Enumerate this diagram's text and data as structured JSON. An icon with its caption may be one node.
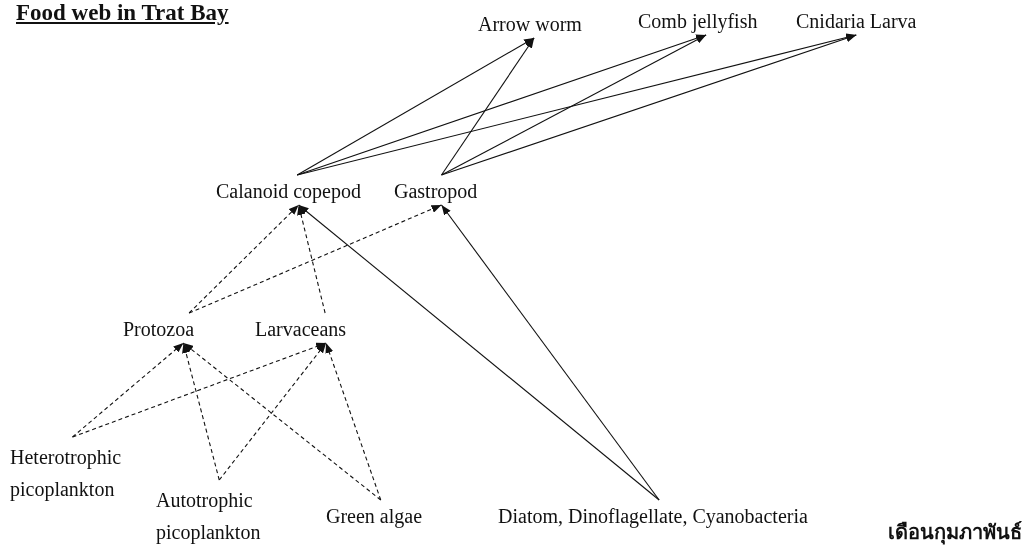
{
  "diagram": {
    "title": "Food web in Trat Bay",
    "nodes": [
      {
        "text": [
          "Arrow worm"
        ]
      },
      {
        "text": [
          "Comb jellyfish"
        ]
      },
      {
        "text": [
          "Cnidaria Larva"
        ]
      },
      {
        "text": [
          "Calanoid copepod"
        ]
      },
      {
        "text": [
          "Gastropod"
        ]
      },
      {
        "text": [
          "Protozoa"
        ]
      },
      {
        "text": [
          "Larvaceans"
        ]
      },
      {
        "text": [
          "Heterotrophic picoplankton"
        ]
      },
      {
        "text": [
          "Autotrophic picoplankton"
        ]
      },
      {
        "text": [
          "Green algae"
        ]
      },
      {
        "text": [
          "Diatom, Dinoflagellate, Cyanobacteria"
        ]
      }
    ],
    "edges": [
      {
        "from": 3,
        "to": 0,
        "arrow": "to"
      },
      {
        "from": 3,
        "to": 1,
        "arrow": "to"
      },
      {
        "from": 3,
        "to": 2,
        "arrow": "to"
      },
      {
        "from": 4,
        "to": 0,
        "arrow": "to"
      },
      {
        "from": 4,
        "to": 1,
        "arrow": "to"
      },
      {
        "from": 4,
        "to": 2,
        "arrow": "to"
      },
      {
        "from": 5,
        "to": 3,
        "arrow": "to",
        "style": "dashed"
      },
      {
        "from": 5,
        "to": 4,
        "arrow": "to",
        "style": "dashed"
      },
      {
        "from": 6,
        "to": 3,
        "arrow": "to",
        "style": "dashed"
      },
      {
        "from": 10,
        "to": 3,
        "arrow": "to"
      },
      {
        "from": 10,
        "to": 4,
        "arrow": "to"
      },
      {
        "from": 7,
        "to": 5,
        "arrow": "to",
        "style": "dashed"
      },
      {
        "from": 7,
        "to": 6,
        "arrow": "to",
        "style": "dashed"
      },
      {
        "from": 8,
        "to": 5,
        "arrow": "to",
        "style": "dashed"
      },
      {
        "from": 8,
        "to": 6,
        "arrow": "to",
        "style": "dashed"
      },
      {
        "from": 9,
        "to": 5,
        "arrow": "to",
        "style": "dashed"
      },
      {
        "from": 9,
        "to": 6,
        "arrow": "to",
        "style": "dashed"
      }
    ],
    "labels": [
      "เดือนกุมภาพันธ์"
    ]
  }
}
